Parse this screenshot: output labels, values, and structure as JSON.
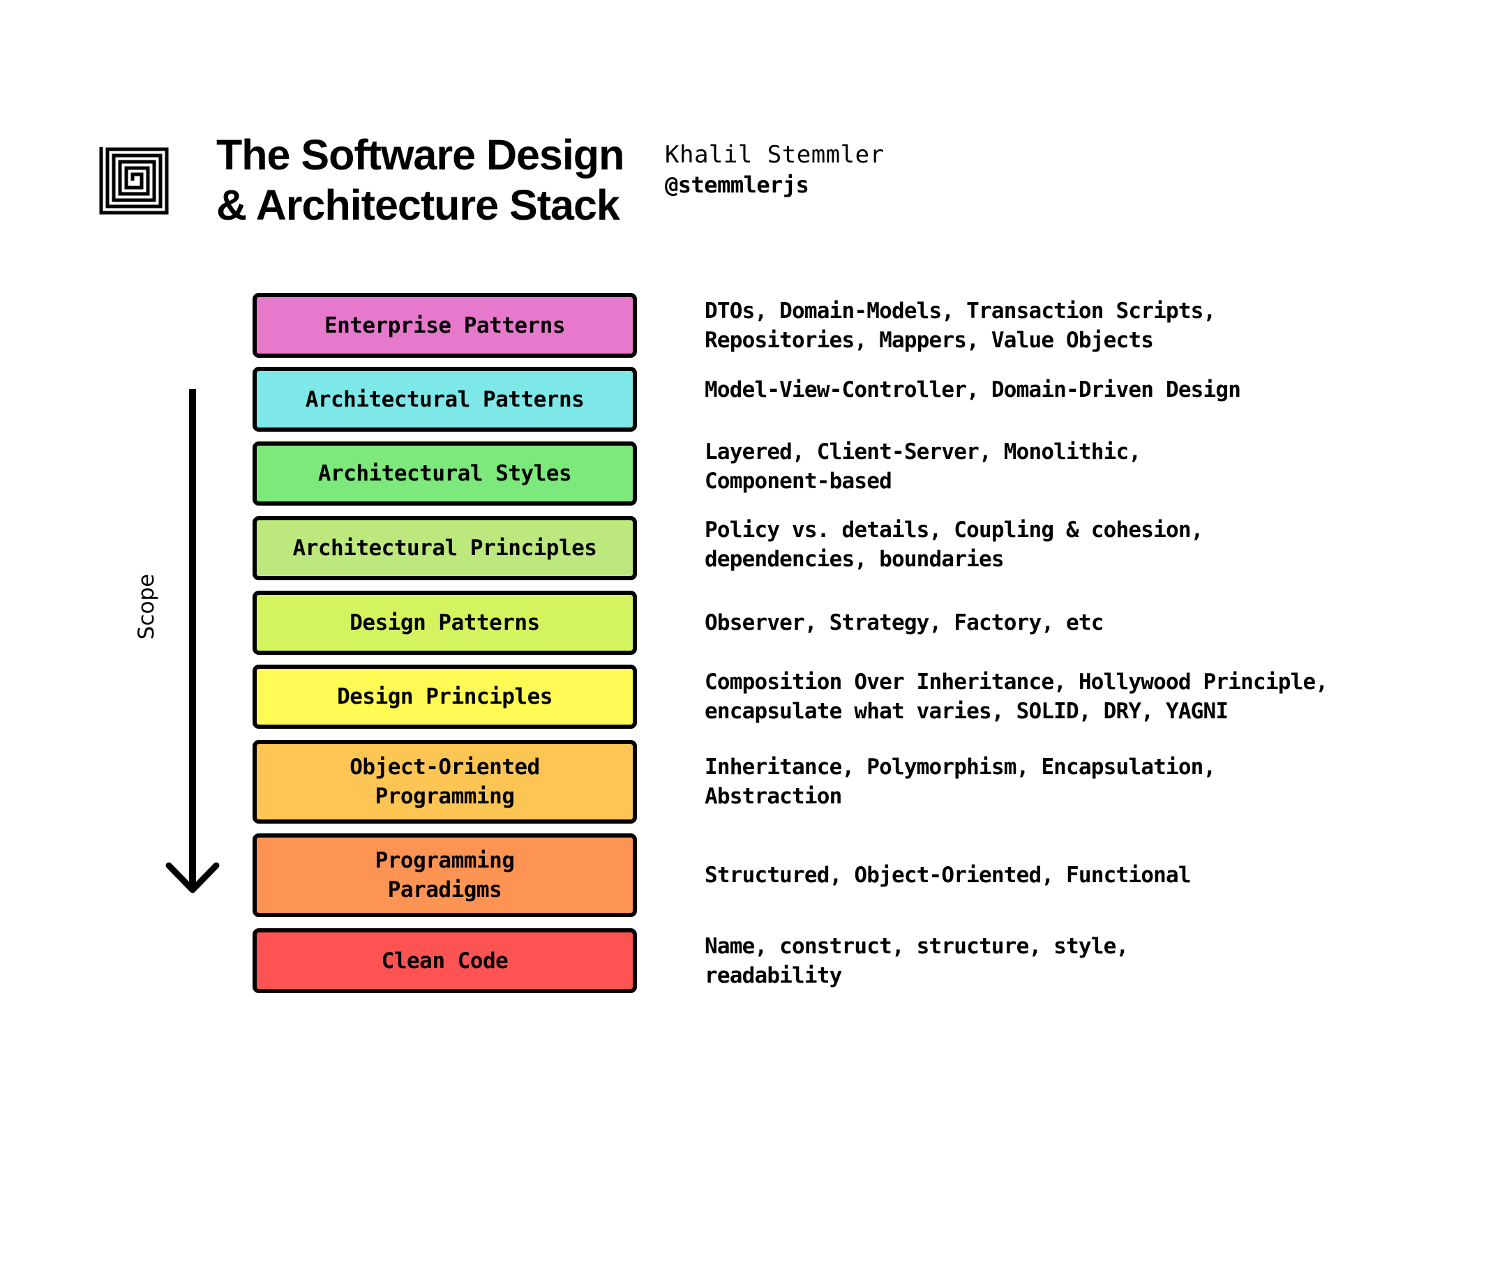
{
  "header": {
    "title_line1": "The Software Design",
    "title_line2": "& Architecture Stack",
    "author_name": "Khalil Stemmler",
    "author_handle": "@stemmlerjs",
    "logo_icon": "square-spiral-icon"
  },
  "scope": {
    "label": "Scope",
    "arrow_icon": "arrow-down-icon"
  },
  "layers": [
    {
      "label": "Enterprise Patterns",
      "color": "#e779cd",
      "description": "DTOs, Domain-Models, Transaction Scripts,\nRepositories, Mappers, Value Objects"
    },
    {
      "label": "Architectural Patterns",
      "color": "#7de8e7",
      "description": "Model-View-Controller, Domain-Driven Design"
    },
    {
      "label": "Architectural Styles",
      "color": "#7de87b",
      "description": "Layered, Client-Server, Monolithic,\nComponent-based"
    },
    {
      "label": "Architectural Principles",
      "color": "#bde87d",
      "description": "Policy vs. details, Coupling & cohesion,\ndependencies, boundaries"
    },
    {
      "label": "Design Patterns",
      "color": "#d3f45f",
      "description": "Observer, Strategy, Factory, etc"
    },
    {
      "label": "Design Principles",
      "color": "#fffb54",
      "description": "Composition Over Inheritance, Hollywood Principle,\nencapsulate what varies, SOLID, DRY, YAGNI"
    },
    {
      "label": "Object-Oriented\nProgramming",
      "color": "#fdc553",
      "description": "Inheritance, Polymorphism, Encapsulation,\nAbstraction"
    },
    {
      "label": "Programming\nParadigms",
      "color": "#fd9453",
      "description": "Structured, Object-Oriented, Functional"
    },
    {
      "label": "Clean Code",
      "color": "#fd5353",
      "description": "Name, construct, structure, style,\nreadability"
    }
  ]
}
